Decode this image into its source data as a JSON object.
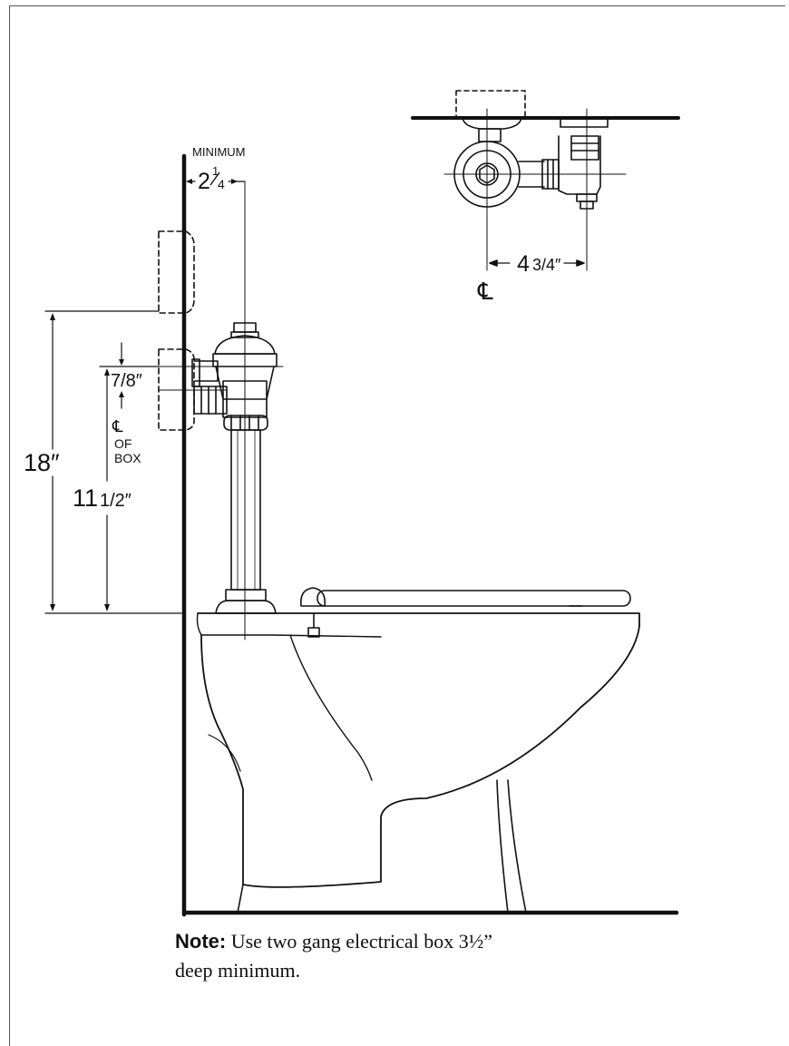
{
  "labels": {
    "minimum": "MINIMUM",
    "dim_2_whole": "2",
    "dim_2_num": "1",
    "dim_2_den": "4",
    "dim_4_whole": "4",
    "dim_4_frac": "3/4″",
    "centerline_symbol": "℄",
    "dim_7_8": "7/8″",
    "cl_of": "OF",
    "cl_box": "BOX",
    "dim_18": "18″",
    "dim_11_whole": "11",
    "dim_11_frac": "1/2″"
  },
  "note": {
    "label": "Note:",
    "line1": "Use two gang electrical box 3½”",
    "line2": "deep minimum."
  },
  "colors": {
    "line": "#111111",
    "frame": "#555555"
  }
}
